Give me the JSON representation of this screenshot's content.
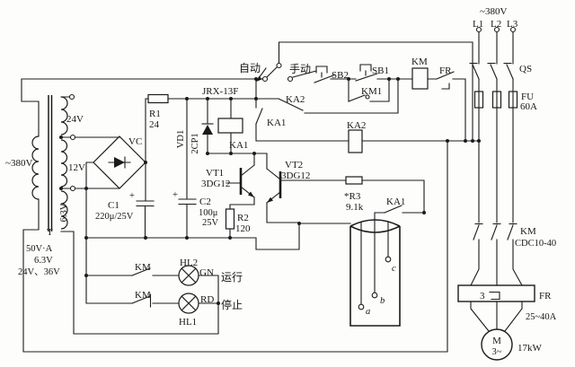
{
  "colors": {
    "ink": "#1b1b1b",
    "paper": "#fdfdfc"
  },
  "labels": {
    "transformer": {
      "primary_voltage": "~380V",
      "w24": "24V",
      "w12": "12V",
      "w63": "6.3V",
      "name": "T",
      "spec1": "50V·A",
      "spec2": "6.3V",
      "spec3": "24V、36V"
    },
    "rectifier": {
      "bridge": "VC",
      "c1": "C1",
      "c1_val": "220μ/25V",
      "plus1": "+",
      "plus2": "+",
      "r1": "R1",
      "r1_val": "24",
      "vd1": "VD1",
      "vd1_type": "2CP1",
      "c2": "C2",
      "c2_val1": "100μ",
      "c2_val2": "25V"
    },
    "relay": {
      "model": "JRX-13F",
      "ka1_coil": "KA1",
      "ka1_contact_right": "KA1",
      "ka1_contact_probe": "KA1",
      "ka2_coil": "KA2",
      "ka2_contact": "KA2"
    },
    "amplifier": {
      "vt1": "VT1",
      "vt1_type": "3DG12",
      "vt2": "VT2",
      "vt2_type": "3DG12",
      "r2": "R2",
      "r2_val": "120",
      "r3": "*R3",
      "r3_val": "9.1k"
    },
    "control": {
      "auto": "自动",
      "manual": "手动",
      "sb2": "SB2",
      "sb1": "SB1",
      "km1": "KM1",
      "km_coil": "KM",
      "fr": "FR"
    },
    "supply": {
      "v380": "~380V",
      "l1": "L1",
      "l2": "L2",
      "l3": "L3",
      "qs": "QS",
      "fu": "FU",
      "fu_val": "60A"
    },
    "motor_branch": {
      "km": "KM",
      "km_type": "CDC10-40",
      "fr": "FR",
      "fr_num": "3",
      "fr_range": "25~40A",
      "m": "M",
      "m_phase": "3~",
      "power": "17kW"
    },
    "lamps": {
      "km1": "KM",
      "km2": "KM",
      "hl2": "HL2",
      "gn": "GN",
      "run": "运行",
      "hl1": "HL1",
      "rd": "RD",
      "stop": "停止"
    },
    "probes": {
      "a": "a",
      "b": "b",
      "c": "c"
    }
  }
}
